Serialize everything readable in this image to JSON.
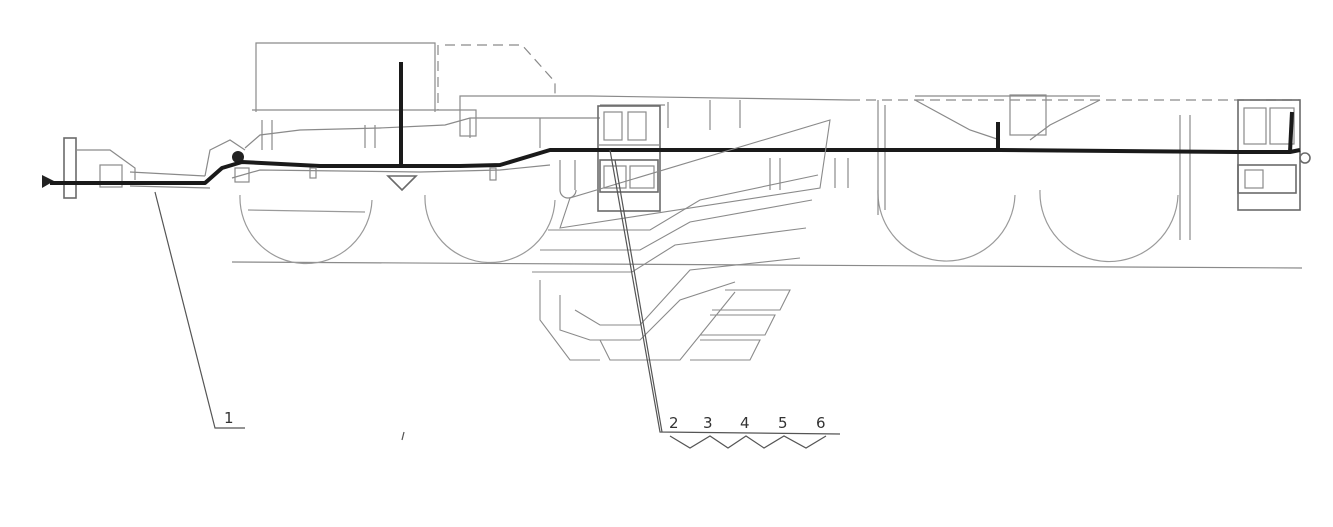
{
  "callouts": {
    "c1": "1",
    "c2": "2",
    "c3": "3",
    "c4": "4",
    "c5": "5",
    "c6": "6"
  },
  "colors": {
    "pipe": "#1a1a1a",
    "outline": "#8a8a8a",
    "background": "#ffffff"
  }
}
